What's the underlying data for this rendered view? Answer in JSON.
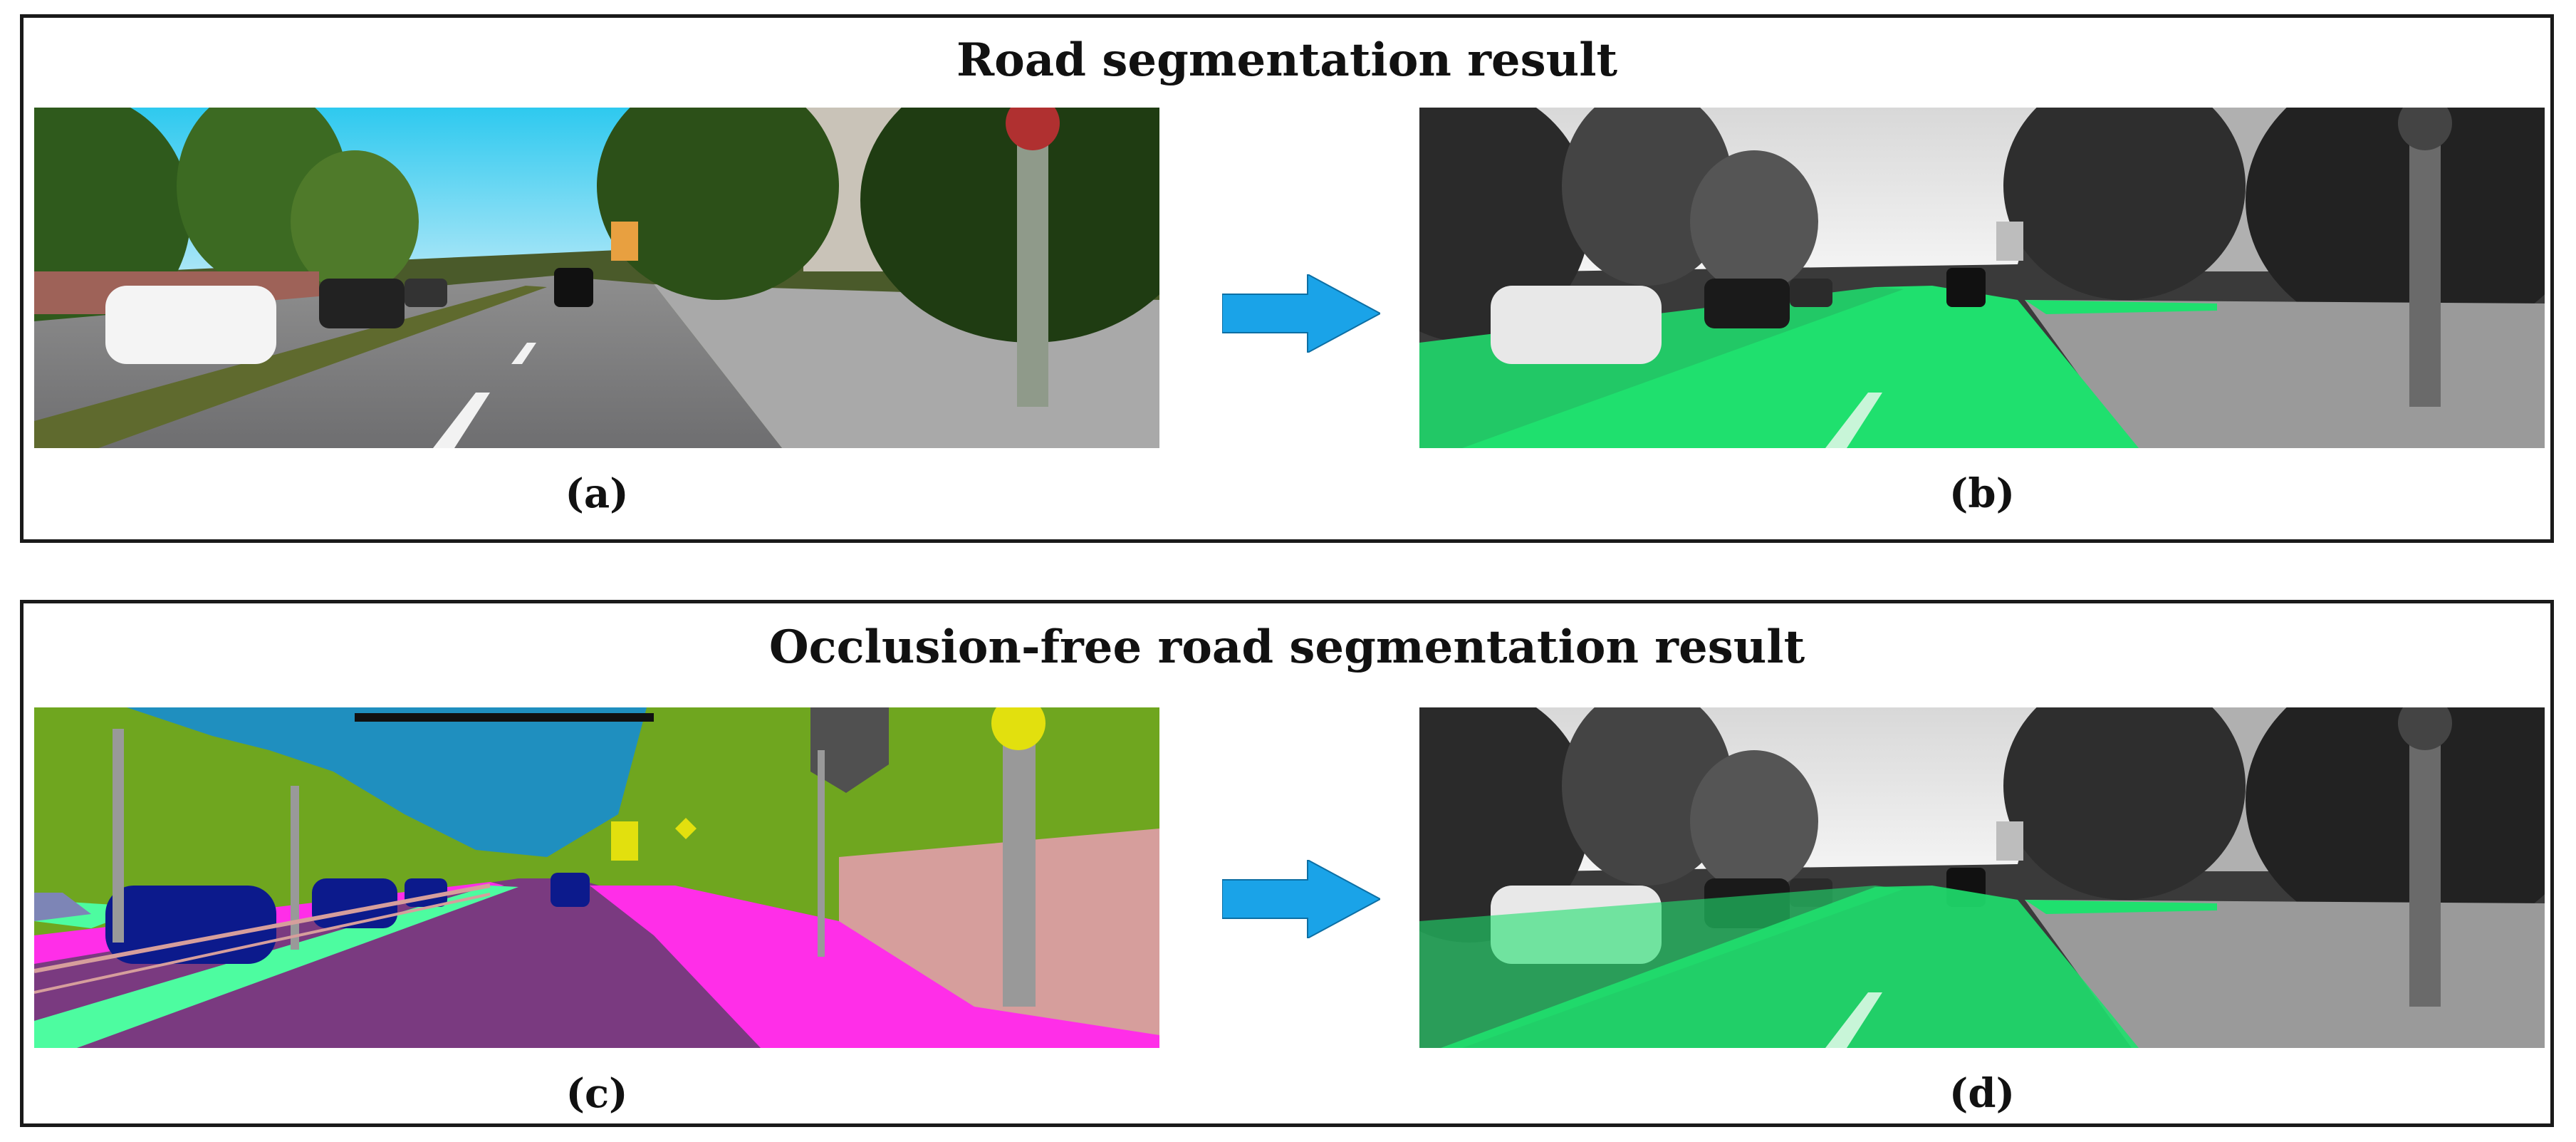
{
  "figure": {
    "top_panel": {
      "title": "Road segmentation result",
      "captions": [
        "(a)",
        "(b)"
      ]
    },
    "bottom_panel": {
      "title": "Occlusion-free road segmentation result",
      "captions": [
        "(c)",
        "(d)"
      ]
    },
    "images": [
      {
        "id": "a",
        "content": "RGB street scene"
      },
      {
        "id": "b",
        "content": "grayscale street scene with green road overlay"
      },
      {
        "id": "c",
        "content": "semantic segmentation label map"
      },
      {
        "id": "d",
        "content": "grayscale street scene with green occlusion-free road overlay"
      }
    ],
    "colors": {
      "arrow": "#1aa3e8",
      "road_overlay": "#1fe06e",
      "label_sky": "#1f8fbf",
      "label_vegetation": "#6fa61f",
      "label_road": "#7a3a80",
      "label_sidewalk": "#ff2ee8",
      "label_building": "#d69e9c",
      "label_car": "#0c1a8c",
      "label_pole": "#999999",
      "label_terrain": "#4dfca0",
      "label_sign": "#e2e00e"
    },
    "icons": [
      "right-arrow-icon",
      "right-arrow-icon"
    ]
  }
}
